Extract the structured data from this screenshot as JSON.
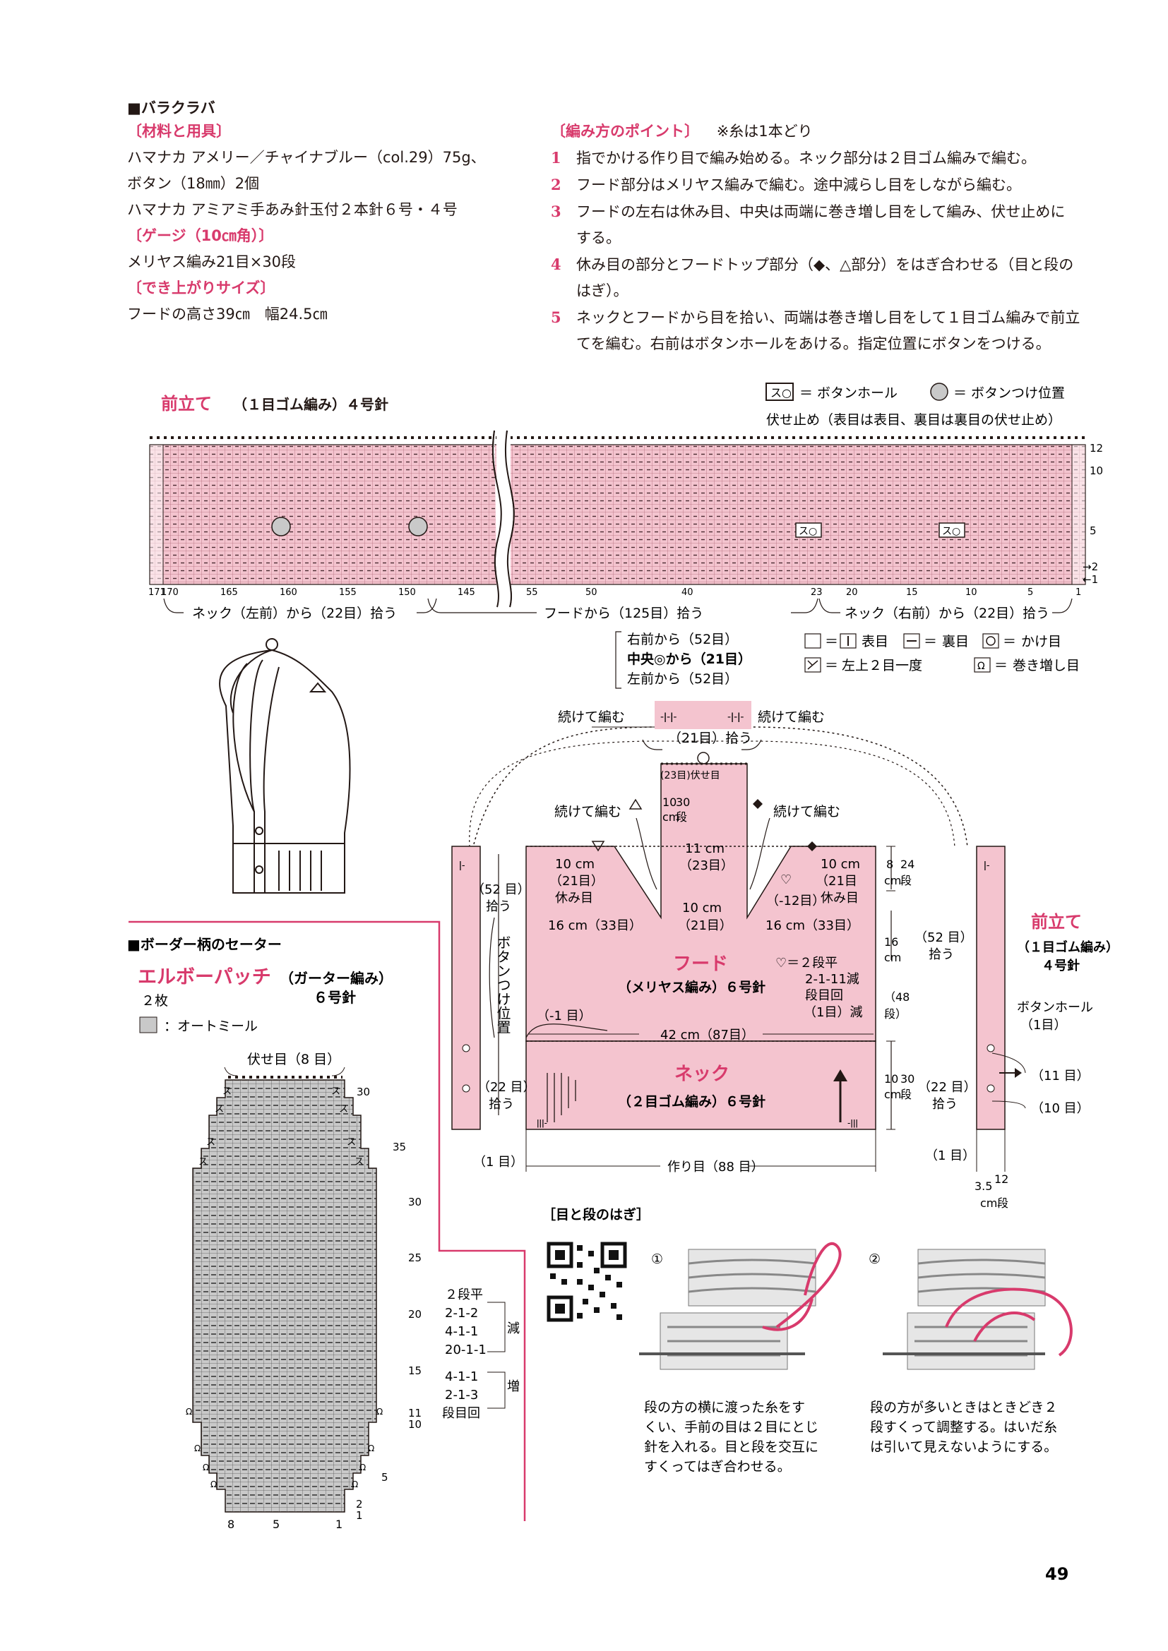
{
  "balaclava": {
    "title": "■バラクラバ",
    "materials_head": "〔材料と用具〕",
    "materials": [
      "ハマナカ アメリー／チャイナブルー（col.29）75g、",
      "ボタン（18㎜）2個",
      "ハマナカ アミアミ手あみ針玉付２本針６号・４号"
    ],
    "gauge_head": "〔ゲージ（10㎝角）〕",
    "gauge": "メリヤス編み21目×30段",
    "size_head": "〔でき上がりサイズ〕",
    "size": "フードの高さ39㎝　幅24.5㎝",
    "points_head": "〔編み方のポイント〕",
    "points_note": "※糸は1本どり",
    "steps": [
      {
        "n": "1",
        "lines": [
          "指でかける作り目で編み始める。ネック部分は２目ゴム編みで編む。"
        ]
      },
      {
        "n": "2",
        "lines": [
          "フード部分はメリヤス編みで編む。途中減らし目をしながら編む。"
        ]
      },
      {
        "n": "3",
        "lines": [
          "フードの左右は休み目、中央は両端に巻き増し目をして編み、伏せ止めに",
          "する。"
        ]
      },
      {
        "n": "4",
        "lines": [
          "休み目の部分とフードトップ部分（◆、△部分）をはぎ合わせる（目と段の",
          "はぎ）。"
        ]
      },
      {
        "n": "5",
        "lines": [
          "ネックとフードから目を拾い、両端は巻き増し目をして１目ゴム編みで前立",
          "てを編む。右前はボタンホールをあける。指定位置にボタンをつける。"
        ]
      }
    ]
  },
  "front_band": {
    "title": "前立て",
    "subtitle": "（１目ゴム編み）４号針",
    "legend_buttonhole": "＝ ボタンホール",
    "legend_button": "＝ ボタンつけ位置",
    "bindoff": "伏せ止め（表目は表目、裏目は裏目の伏せ止め）",
    "row_numbers": [
      "12",
      "10",
      "5",
      "→2",
      "←1"
    ],
    "col_numbers": [
      "171",
      "170",
      "165",
      "160",
      "155",
      "150",
      "145",
      "55",
      "50",
      "40",
      "23",
      "20",
      "15",
      "10",
      "5",
      "1"
    ],
    "pick_left": "ネック（左前）から（22目）拾う",
    "pick_hood": "フードから（125目）拾う",
    "pick_right": "ネック（右前）から（22目）拾う"
  },
  "pickup": [
    "右前から（52目）",
    "中央◎から（21目）",
    "左前から（52目）"
  ],
  "symbols": {
    "knit": "表目",
    "purl": "裏目",
    "yo": "かけ目",
    "k2tog": "左上２目一度",
    "cast": "巻き増し目"
  },
  "hood": {
    "continue": "続けて編む",
    "pick21": "（21目）拾う",
    "center_bind": "(23目)伏せ目",
    "center_h": [
      "10",
      "30",
      "cm",
      "段"
    ],
    "w11": "11 cm",
    "w23": "（23目）",
    "rest_l": [
      "10 cm",
      "（21目）",
      "休み目"
    ],
    "rest_r": [
      "10 cm",
      "（21目",
      "休み目"
    ],
    "minus12": "（-12目）",
    "w16": "16 cm（33目）",
    "w10": "10 cm",
    "w21": "（21目）",
    "title": "フード",
    "title_sub": "（メリヤス編み）６号針",
    "dec": [
      "♡＝２段平",
      "2-1-11減",
      "段目回",
      "（1目）減"
    ],
    "w42": "42 cm（87目）",
    "minus1": "（-1 目）",
    "neck_title": "ネック",
    "neck_sub": "（２目ゴム編み）６号針",
    "cast_on": "作り目（88 目）",
    "right_h1": [
      "8",
      "cm",
      "24",
      "段"
    ],
    "right_h2": [
      "16",
      "cm",
      "（48",
      "段）"
    ],
    "right_h3": [
      "10",
      "cm",
      "30",
      "段"
    ],
    "side52": [
      "（52 目）",
      "拾う"
    ],
    "side22": [
      "（22 目）",
      "拾う"
    ],
    "one": "（1 目）",
    "button_pos": "ボタンつけ位置",
    "fb_title": "前立て",
    "fb_sub": [
      "（１目ゴム編み）",
      "４号針"
    ],
    "bh": [
      "ボタンホール",
      "（1目）"
    ],
    "r11": "（11 目）",
    "r10": "（10 目）",
    "bottom_h": [
      "3.5",
      "12",
      "cm",
      "段"
    ]
  },
  "sweater": {
    "title": "■ボーダー柄のセーター",
    "patch": "エルボーパッチ",
    "patch_sub": "（ガーター編み）",
    "needle": "６号針",
    "qty": "２枚",
    "color": "：オートミール",
    "bindoff": "伏せ目（8 目）",
    "right_nums": [
      "30",
      "35",
      "30",
      "25",
      "20",
      "15",
      "11",
      "10",
      "5",
      "2",
      "1"
    ],
    "bottom_nums": [
      "8",
      "5",
      "1"
    ],
    "dec": [
      "２段平",
      "2-1-2",
      "4-1-1",
      "20-1-1"
    ],
    "dec_label": "減",
    "inc": [
      "4-1-1",
      "2-1-3",
      "段目回"
    ],
    "inc_label": "増"
  },
  "graft": {
    "title": "［目と段のはぎ］",
    "step1_num": "①",
    "step2_num": "②",
    "step1": [
      "段の方の横に渡った糸をす",
      "くい、手前の目は２目にとじ",
      "針を入れる。目と段を交互に",
      "すくってはぎ合わせる。"
    ],
    "step2": [
      "段の方が多いときはときどき２",
      "段すくって調整する。はいだ糸",
      "は引いて見えないようにする。"
    ]
  },
  "page_number": "49",
  "colors": {
    "accent": "#d83a6c",
    "chart_pink": "#f4c4cf",
    "grey": "#c8c8c8"
  }
}
